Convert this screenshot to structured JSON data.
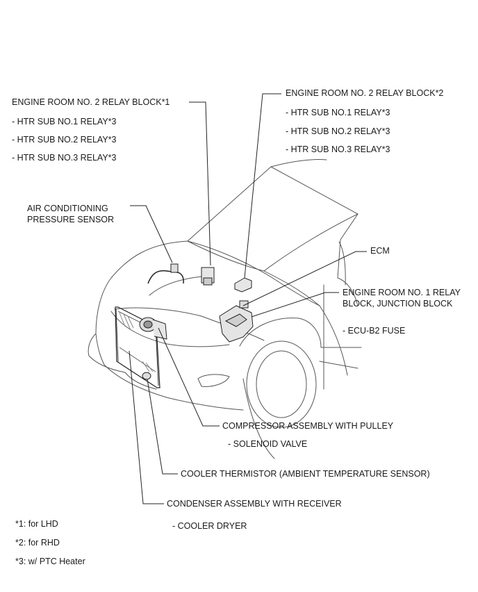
{
  "labels": {
    "relay_block_2_lhd": "ENGINE ROOM NO. 2 RELAY BLOCK*1",
    "lhd_relay_1": "- HTR SUB NO.1 RELAY*3",
    "lhd_relay_2": "- HTR SUB NO.2 RELAY*3",
    "lhd_relay_3": "- HTR SUB NO.3 RELAY*3",
    "relay_block_2_rhd": "ENGINE ROOM NO. 2 RELAY BLOCK*2",
    "rhd_relay_1": "- HTR SUB NO.1 RELAY*3",
    "rhd_relay_2": "- HTR SUB NO.2 RELAY*3",
    "rhd_relay_3": "- HTR SUB NO.3 RELAY*3",
    "ac_pressure_sensor_line1": "AIR CONDITIONING",
    "ac_pressure_sensor_line2": "PRESSURE SENSOR",
    "ecm": "ECM",
    "relay_block_1_line1": "ENGINE ROOM NO. 1 RELAY",
    "relay_block_1_line2": "BLOCK, JUNCTION BLOCK",
    "ecu_b2_fuse": "- ECU-B2 FUSE",
    "compressor": "COMPRESSOR ASSEMBLY WITH PULLEY",
    "solenoid_valve": "- SOLENOID VALVE",
    "cooler_thermistor": "COOLER THERMISTOR (AMBIENT TEMPERATURE SENSOR)",
    "condenser": "CONDENSER ASSEMBLY WITH RECEIVER",
    "cooler_dryer": "- COOLER DRYER"
  },
  "footnotes": {
    "note1": "*1: for LHD",
    "note2": "*2: for RHD",
    "note3": "*3: w/ PTC Heater"
  }
}
